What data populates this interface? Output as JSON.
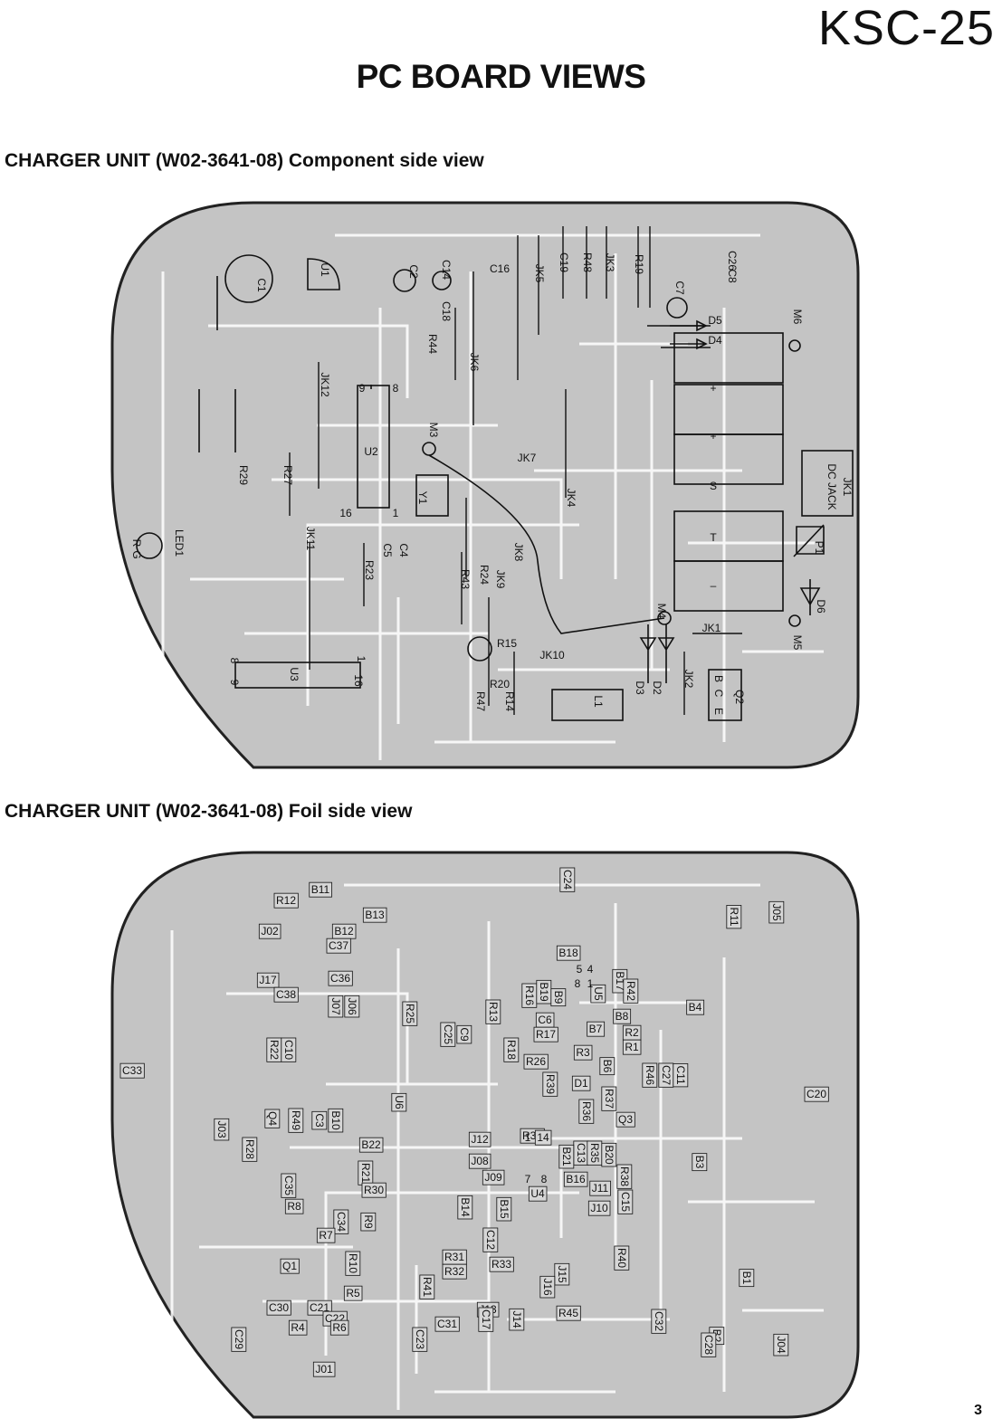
{
  "header": {
    "model": "KSC-25",
    "title": "PC BOARD VIEWS",
    "page_number": "3"
  },
  "sections": [
    {
      "title": "CHARGER UNIT (W02-3641-08)  Component side view"
    },
    {
      "title": "CHARGER UNIT (W02-3641-08)  Foil side view"
    }
  ],
  "component_side": {
    "labels": [
      "C1",
      "U1",
      "C2",
      "C14",
      "C16",
      "JK5",
      "C19",
      "R48",
      "JK3",
      "R19",
      "C26",
      "C8",
      "C7",
      "D5",
      "D4",
      "M6",
      "C18",
      "R44",
      "JK6",
      "JK12",
      "U2",
      "M3",
      "JK7",
      "JK4",
      "Y1",
      "R29",
      "R27",
      "JK11",
      "LED1",
      "R",
      "G",
      "C5",
      "C4",
      "R23",
      "JK8",
      "JK9",
      "R24",
      "R43",
      "R15",
      "JK10",
      "M4",
      "JK1",
      "R20",
      "R47",
      "R14",
      "L1",
      "D3",
      "D2",
      "JK2",
      "Q2",
      "B",
      "C",
      "E",
      "U3",
      "JK1",
      "DC JACK",
      "P1",
      "D6",
      "M5",
      "+",
      "+",
      "S",
      "T",
      "–",
      "9",
      "8",
      "16",
      "1",
      "1",
      "8",
      "16",
      "9"
    ]
  },
  "foil_side": {
    "labels": [
      "B11",
      "R12",
      "B13",
      "B12",
      "J02",
      "C37",
      "C24",
      "J05",
      "R11",
      "B18",
      "J17",
      "C36",
      "C38",
      "J07",
      "J06",
      "R25",
      "R13",
      "C25",
      "C9",
      "R16",
      "B19",
      "B9",
      "U5",
      "B17",
      "R42",
      "B4",
      "C6",
      "R17",
      "B8",
      "B7",
      "R2",
      "R1",
      "R22",
      "C10",
      "R18",
      "R26",
      "R3",
      "B6",
      "D1",
      "R39",
      "R46",
      "C27",
      "C11",
      "C33",
      "U6",
      "R36",
      "R37",
      "C20",
      "J03",
      "Q4",
      "R49",
      "C3",
      "B10",
      "B22",
      "J12",
      "R34",
      "Q3",
      "R28",
      "R21",
      "J08",
      "C13",
      "R35",
      "B20",
      "B21",
      "B16",
      "R38",
      "B3",
      "C35",
      "R30",
      "J09",
      "U4",
      "J11",
      "C15",
      "R8",
      "B14",
      "B15",
      "C34",
      "R9",
      "J10",
      "R7",
      "C12",
      "R40",
      "R10",
      "R31",
      "R33",
      "Q1",
      "R32",
      "J15",
      "B1",
      "R5",
      "R41",
      "J16",
      "C30",
      "C21",
      "J13",
      "C22",
      "C17",
      "R45",
      "J14",
      "R4",
      "R6",
      "C32",
      "C29",
      "C23",
      "C31",
      "B2",
      "C28",
      "J04",
      "J01",
      "1",
      "14",
      "7",
      "8",
      "8",
      "5",
      "4",
      "1"
    ]
  }
}
